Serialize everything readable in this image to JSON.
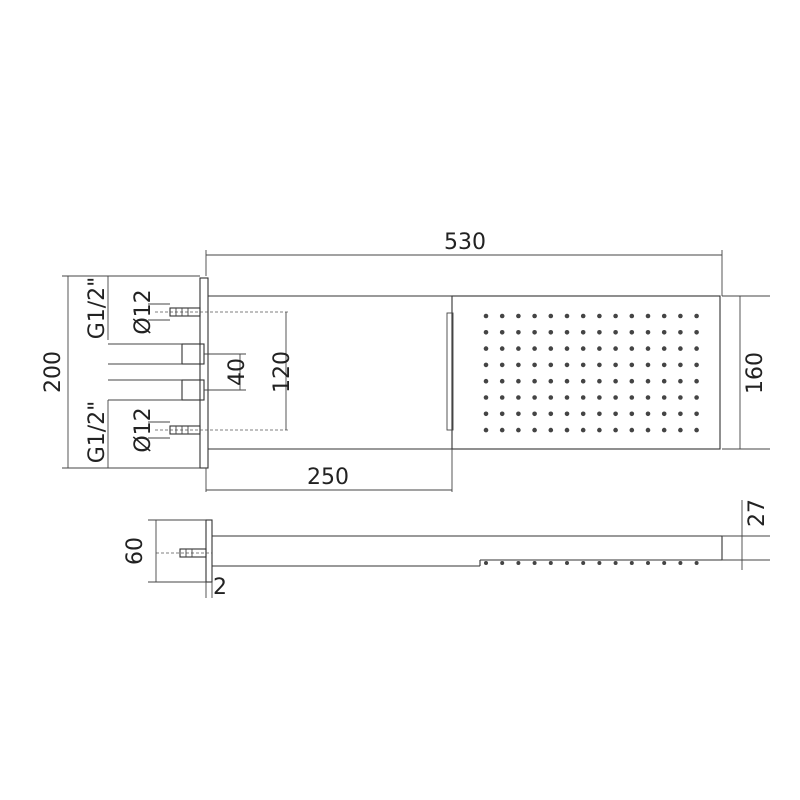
{
  "dimensions": {
    "total_length": "530",
    "head_width": "160",
    "total_height": "200",
    "arm_length": "250",
    "inlet_spacing": "120",
    "inlet_offset": "40",
    "thread_top": "G1/2\"",
    "thread_bottom": "G1/2\"",
    "pipe_top": "Ø12",
    "pipe_bottom": "Ø12",
    "side_depth": "60",
    "plate_thickness": "2",
    "head_thickness": "27"
  },
  "nozzles": {
    "rows": 8,
    "cols": 14,
    "side_nozzles": 14
  },
  "colors": {
    "line": "#333333",
    "background": "#ffffff"
  }
}
